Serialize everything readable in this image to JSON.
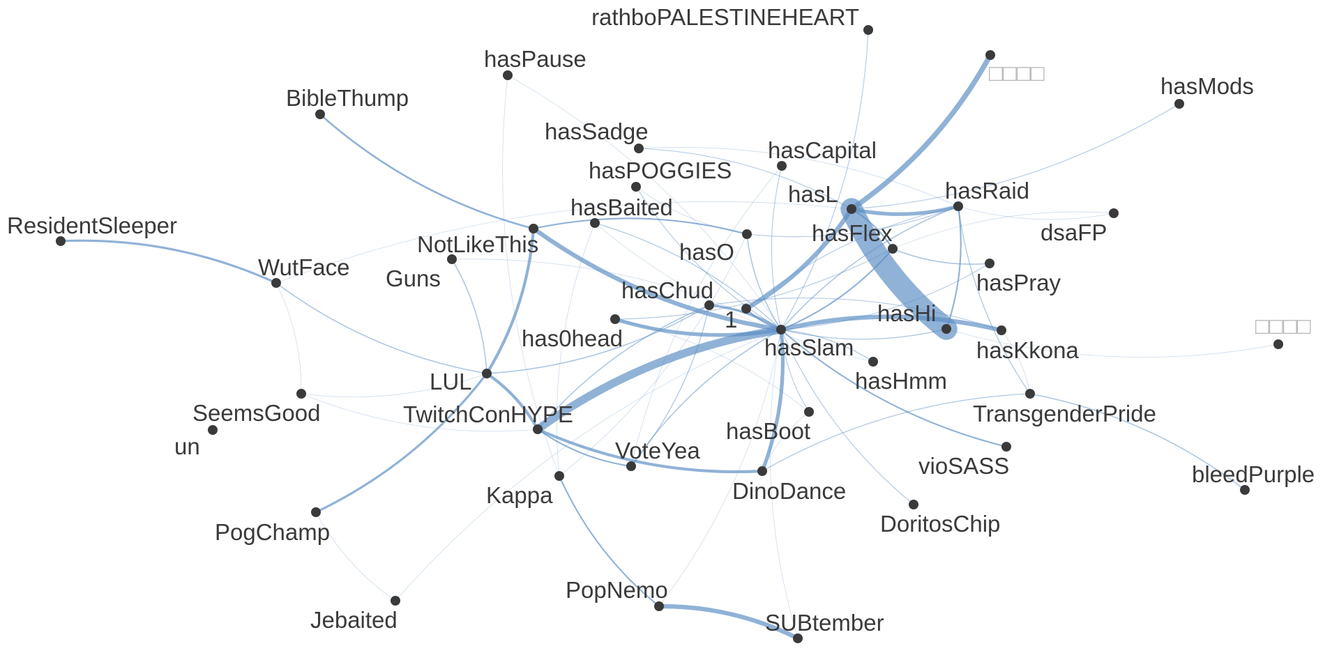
{
  "colors": {
    "edge": "#5b8ec4",
    "node": "#3a3a3a",
    "label": "#3a3a3a",
    "missing_glyph_label": "#b5b5b5"
  },
  "nodes": [
    {
      "id": "rathbo",
      "label": "rathboPALESTINEHEART"
    },
    {
      "id": "tofu1",
      "label": "□□□□"
    },
    {
      "id": "hasMods",
      "label": "hasMods"
    },
    {
      "id": "hasPause",
      "label": "hasPause"
    },
    {
      "id": "BibleThump",
      "label": "BibleThump"
    },
    {
      "id": "hasSadge",
      "label": "hasSadge"
    },
    {
      "id": "hasCapital",
      "label": "hasCapital"
    },
    {
      "id": "hasPOGGIES",
      "label": "hasPOGGIES"
    },
    {
      "id": "hasL",
      "label": "hasL"
    },
    {
      "id": "hasRaid",
      "label": "hasRaid"
    },
    {
      "id": "hasBaited",
      "label": "hasBaited"
    },
    {
      "id": "dsaFP",
      "label": "dsaFP"
    },
    {
      "id": "ResidentSleeper",
      "label": "ResidentSleeper"
    },
    {
      "id": "NotLikeThis",
      "label": "NotLikeThis"
    },
    {
      "id": "hasFlex",
      "label": "hasFlex"
    },
    {
      "id": "hasO",
      "label": "hasO"
    },
    {
      "id": "WutFace",
      "label": "WutFace"
    },
    {
      "id": "Guns",
      "label": "Guns"
    },
    {
      "id": "hasPray",
      "label": "hasPray"
    },
    {
      "id": "hasChud",
      "label": "hasChud"
    },
    {
      "id": "one",
      "label": "1"
    },
    {
      "id": "hasHi",
      "label": "hasHi"
    },
    {
      "id": "tofu2",
      "label": "□□□□"
    },
    {
      "id": "has0head",
      "label": "has0head"
    },
    {
      "id": "hasSlam",
      "label": "hasSlam"
    },
    {
      "id": "hasKkona",
      "label": "hasKkona"
    },
    {
      "id": "LUL",
      "label": "LUL"
    },
    {
      "id": "hasHmm",
      "label": "hasHmm"
    },
    {
      "id": "SeemsGood",
      "label": "SeemsGood"
    },
    {
      "id": "TwitchConHYPE",
      "label": "TwitchConHYPE"
    },
    {
      "id": "TransgenderPride",
      "label": "TransgenderPride"
    },
    {
      "id": "un",
      "label": "un"
    },
    {
      "id": "hasBoot",
      "label": "hasBoot"
    },
    {
      "id": "VoteYea",
      "label": "VoteYea"
    },
    {
      "id": "vioSASS",
      "label": "vioSASS"
    },
    {
      "id": "bleedPurple",
      "label": "bleedPurple"
    },
    {
      "id": "Kappa",
      "label": "Kappa"
    },
    {
      "id": "DinoDance",
      "label": "DinoDance"
    },
    {
      "id": "DoritosChip",
      "label": "DoritosChip"
    },
    {
      "id": "PogChamp",
      "label": "PogChamp"
    },
    {
      "id": "PopNemo",
      "label": "PopNemo"
    },
    {
      "id": "Jebaited",
      "label": "Jebaited"
    },
    {
      "id": "SUBtember",
      "label": "SUBtember"
    }
  ],
  "edges": [
    [
      "hasL",
      "hasHi",
      30
    ],
    [
      "TwitchConHYPE",
      "hasSlam",
      11
    ],
    [
      "hasL",
      "tofu1",
      7
    ],
    [
      "hasL",
      "one",
      6
    ],
    [
      "hasL",
      "hasRaid",
      5
    ],
    [
      "hasSlam",
      "hasKkona",
      6
    ],
    [
      "NotLikeThis",
      "hasSlam",
      6
    ],
    [
      "PopNemo",
      "SUBtember",
      6
    ],
    [
      "has0head",
      "hasSlam",
      5
    ],
    [
      "hasSlam",
      "DinoDance",
      5
    ],
    [
      "TwitchConHYPE",
      "DinoDance",
      4
    ],
    [
      "LUL",
      "TwitchConHYPE",
      4
    ],
    [
      "LUL",
      "NotLikeThis",
      4
    ],
    [
      "ResidentSleeper",
      "WutFace",
      3
    ],
    [
      "BibleThump",
      "NotLikeThis",
      2.5
    ],
    [
      "LUL",
      "PogChamp",
      3
    ],
    [
      "Kappa",
      "PopNemo",
      2
    ],
    [
      "hasChud",
      "hasSlam",
      3
    ],
    [
      "TwitchConHYPE",
      "VoteYea",
      2
    ],
    [
      "hasFlex",
      "hasSlam",
      2
    ],
    [
      "one",
      "hasSlam",
      2
    ],
    [
      "hasRaid",
      "hasHi",
      2
    ],
    [
      "hasSlam",
      "vioSASS",
      2
    ],
    [
      "hasL",
      "hasFlex",
      2
    ],
    [
      "hasO",
      "hasSlam",
      1.5
    ],
    [
      "LUL",
      "WutFace",
      1.5
    ],
    [
      "LUL",
      "Guns",
      1.5
    ],
    [
      "NotLikeThis",
      "hasO",
      2
    ],
    [
      "hasFlex",
      "hasPray",
      1.5
    ],
    [
      "TransgenderPride",
      "bleedPurple",
      1.5
    ],
    [
      "hasRaid",
      "TransgenderPride",
      1.2
    ],
    [
      "DinoDance",
      "TransgenderPride",
      1.2
    ],
    [
      "hasL",
      "hasMods",
      1
    ],
    [
      "rathbo",
      "hasSlam",
      1
    ],
    [
      "hasSlam",
      "DoritosChip",
      1
    ],
    [
      "hasBaited",
      "hasSlam",
      1.2
    ],
    [
      "hasPOGGIES",
      "hasSlam",
      1
    ],
    [
      "hasSadge",
      "hasL",
      1
    ],
    [
      "hasCapital",
      "hasSlam",
      1
    ],
    [
      "hasSlam",
      "hasHmm",
      1.2
    ],
    [
      "hasSlam",
      "hasBoot",
      1
    ],
    [
      "hasSlam",
      "hasRaid",
      1.5
    ],
    [
      "hasSlam",
      "hasHi",
      1.2
    ],
    [
      "VoteYea",
      "hasSlam",
      1.5
    ],
    [
      "VoteYea",
      "hasChud",
      1.2
    ],
    [
      "TwitchConHYPE",
      "hasChud",
      1.5
    ],
    [
      "LUL",
      "hasChud",
      1.5
    ],
    [
      "WutFace",
      "SeemsGood",
      0.8
    ],
    [
      "PogChamp",
      "Jebaited",
      0.8
    ],
    [
      "Jebaited",
      "hasSlam",
      0.6
    ],
    [
      "PopNemo",
      "hasSlam",
      0.6
    ],
    [
      "SUBtember",
      "hasSlam",
      0.6
    ],
    [
      "hasPause",
      "Kappa",
      0.6
    ],
    [
      "hasPause",
      "hasSlam",
      0.6
    ],
    [
      "hasHi",
      "tofu2",
      0.6
    ],
    [
      "hasFlex",
      "dsaFP",
      0.6
    ],
    [
      "hasRaid",
      "dsaFP",
      0.8
    ],
    [
      "hasKkona",
      "TransgenderPride",
      0.8
    ],
    [
      "SeemsGood",
      "TwitchConHYPE",
      0.6
    ],
    [
      "Guns",
      "hasSlam",
      0.6
    ],
    [
      "hasBaited",
      "Kappa",
      0.8
    ],
    [
      "hasSadge",
      "hasRaid",
      0.8
    ],
    [
      "hasCapital",
      "VoteYea",
      0.8
    ],
    [
      "hasO",
      "Kappa",
      0.8
    ],
    [
      "hasO",
      "hasRaid",
      1
    ],
    [
      "one",
      "hasRaid",
      1
    ],
    [
      "hasSlam",
      "hasPray",
      1
    ],
    [
      "hasChud",
      "hasKkona",
      1
    ],
    [
      "SeemsGood",
      "LUL",
      0.6
    ],
    [
      "WutFace",
      "hasL",
      0.6
    ],
    [
      "has0head",
      "hasFlex",
      1
    ],
    [
      "has0head",
      "hasBoot",
      0.6
    ],
    [
      "hasBaited",
      "hasHmm",
      0.6
    ],
    [
      "DinoDance",
      "hasBoot",
      0.6
    ],
    [
      "hasPOGGIES",
      "hasO",
      0.6
    ]
  ]
}
